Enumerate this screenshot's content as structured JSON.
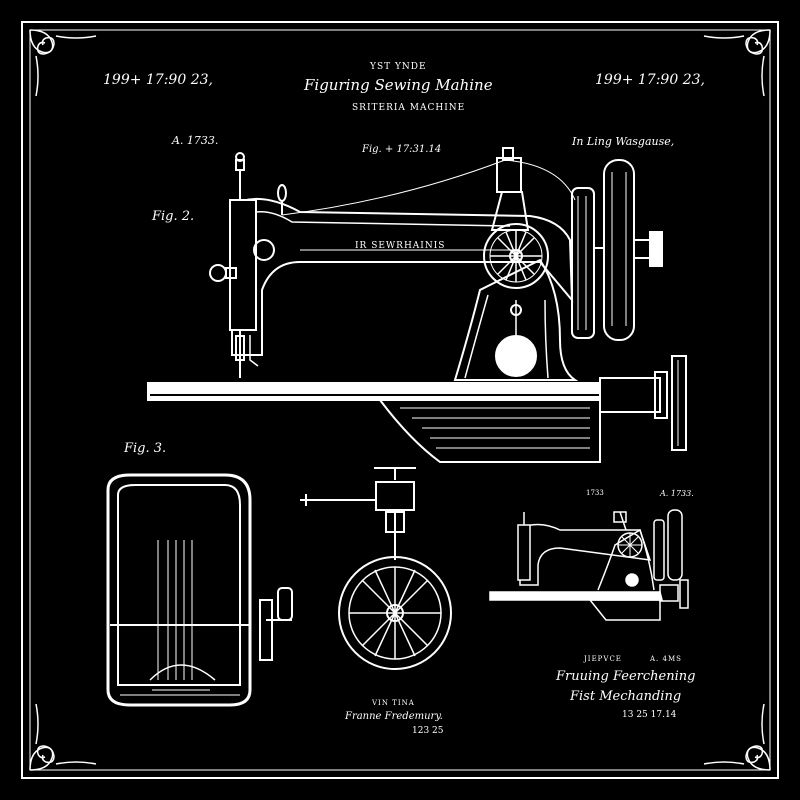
{
  "theme": {
    "background": "#000000",
    "ink": "#ffffff"
  },
  "header": {
    "top_label": "YST YNDE",
    "title": "Figuring Sewing Mahine",
    "subtitle": "SRITERIA MACHINE",
    "date_left": "199+ 17:90 23,",
    "date_right": "199+ 17:90 23,"
  },
  "main_figure": {
    "ref_number": "A. 1733.",
    "fig_label_top": "Fig. + 17:31.14",
    "inventor": "In Ling Wasgause,",
    "fig_label_side": "Fig. 2.",
    "arm_text": "IR SEWRHAINIS"
  },
  "detail_figures": {
    "fig3_label": "Fig. 3.",
    "bottom_center_small": "VIN TINA",
    "bottom_center_script": "Franne Fredemury.",
    "bottom_center_number": "123 25",
    "right_top_left_label": "1733",
    "right_top_right_label": "A. 1733.",
    "right_small_left": "JIEPVCE",
    "right_small_right": "A. 4MS",
    "right_script_line1": "Fruuing Feerchening",
    "right_script_line2": "Fist Mechanding",
    "right_number": "13 25 17.14"
  },
  "icons": [
    "corner-flourish-icon",
    "sewing-machine-icon",
    "handwheel-icon",
    "spoked-wheel-icon"
  ]
}
